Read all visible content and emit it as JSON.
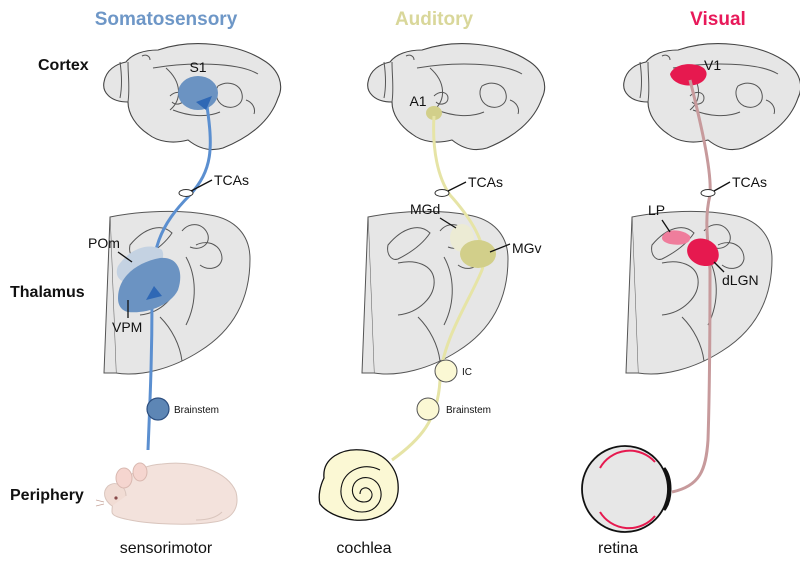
{
  "columns": {
    "somatosensory": {
      "title": "Somatosensory",
      "color": "#6e97c7"
    },
    "auditory": {
      "title": "Auditory",
      "color": "#d9d79a"
    },
    "visual": {
      "title": "Visual",
      "color": "#e8195a"
    }
  },
  "rows": {
    "cortex": "Cortex",
    "thalamus": "Thalamus",
    "periphery": "Periphery"
  },
  "labels": {
    "s1": "S1",
    "a1": "A1",
    "v1": "V1",
    "tcas_1": "TCAs",
    "tcas_2": "TCAs",
    "tcas_3": "TCAs",
    "pom": "POm",
    "vpm": "VPM",
    "mgd": "MGd",
    "mgv": "MGv",
    "lp": "LP",
    "dlgn": "dLGN",
    "brainstem_1": "Brainstem",
    "ic": "IC",
    "brainstem_2": "Brainstem"
  },
  "bottom": {
    "sensorimotor": "sensorimotor",
    "cochlea": "cochlea",
    "retina": "retina"
  },
  "colors": {
    "somato_pathway": "#5b8fd0",
    "somato_region": "#6b93c2",
    "somato_region_light": "#c4d2e2",
    "auditory_pathway": "#e6e4a6",
    "auditory_region": "#d2cf8a",
    "auditory_region_light": "#ecebd4",
    "visual_pathway": "#c79a9c",
    "visual_region": "#e6194f",
    "visual_region_light": "#ef7d9c",
    "nucleus_fill_blue": "#5d86b5",
    "nucleus_fill_yellow": "#fbf8d4"
  }
}
